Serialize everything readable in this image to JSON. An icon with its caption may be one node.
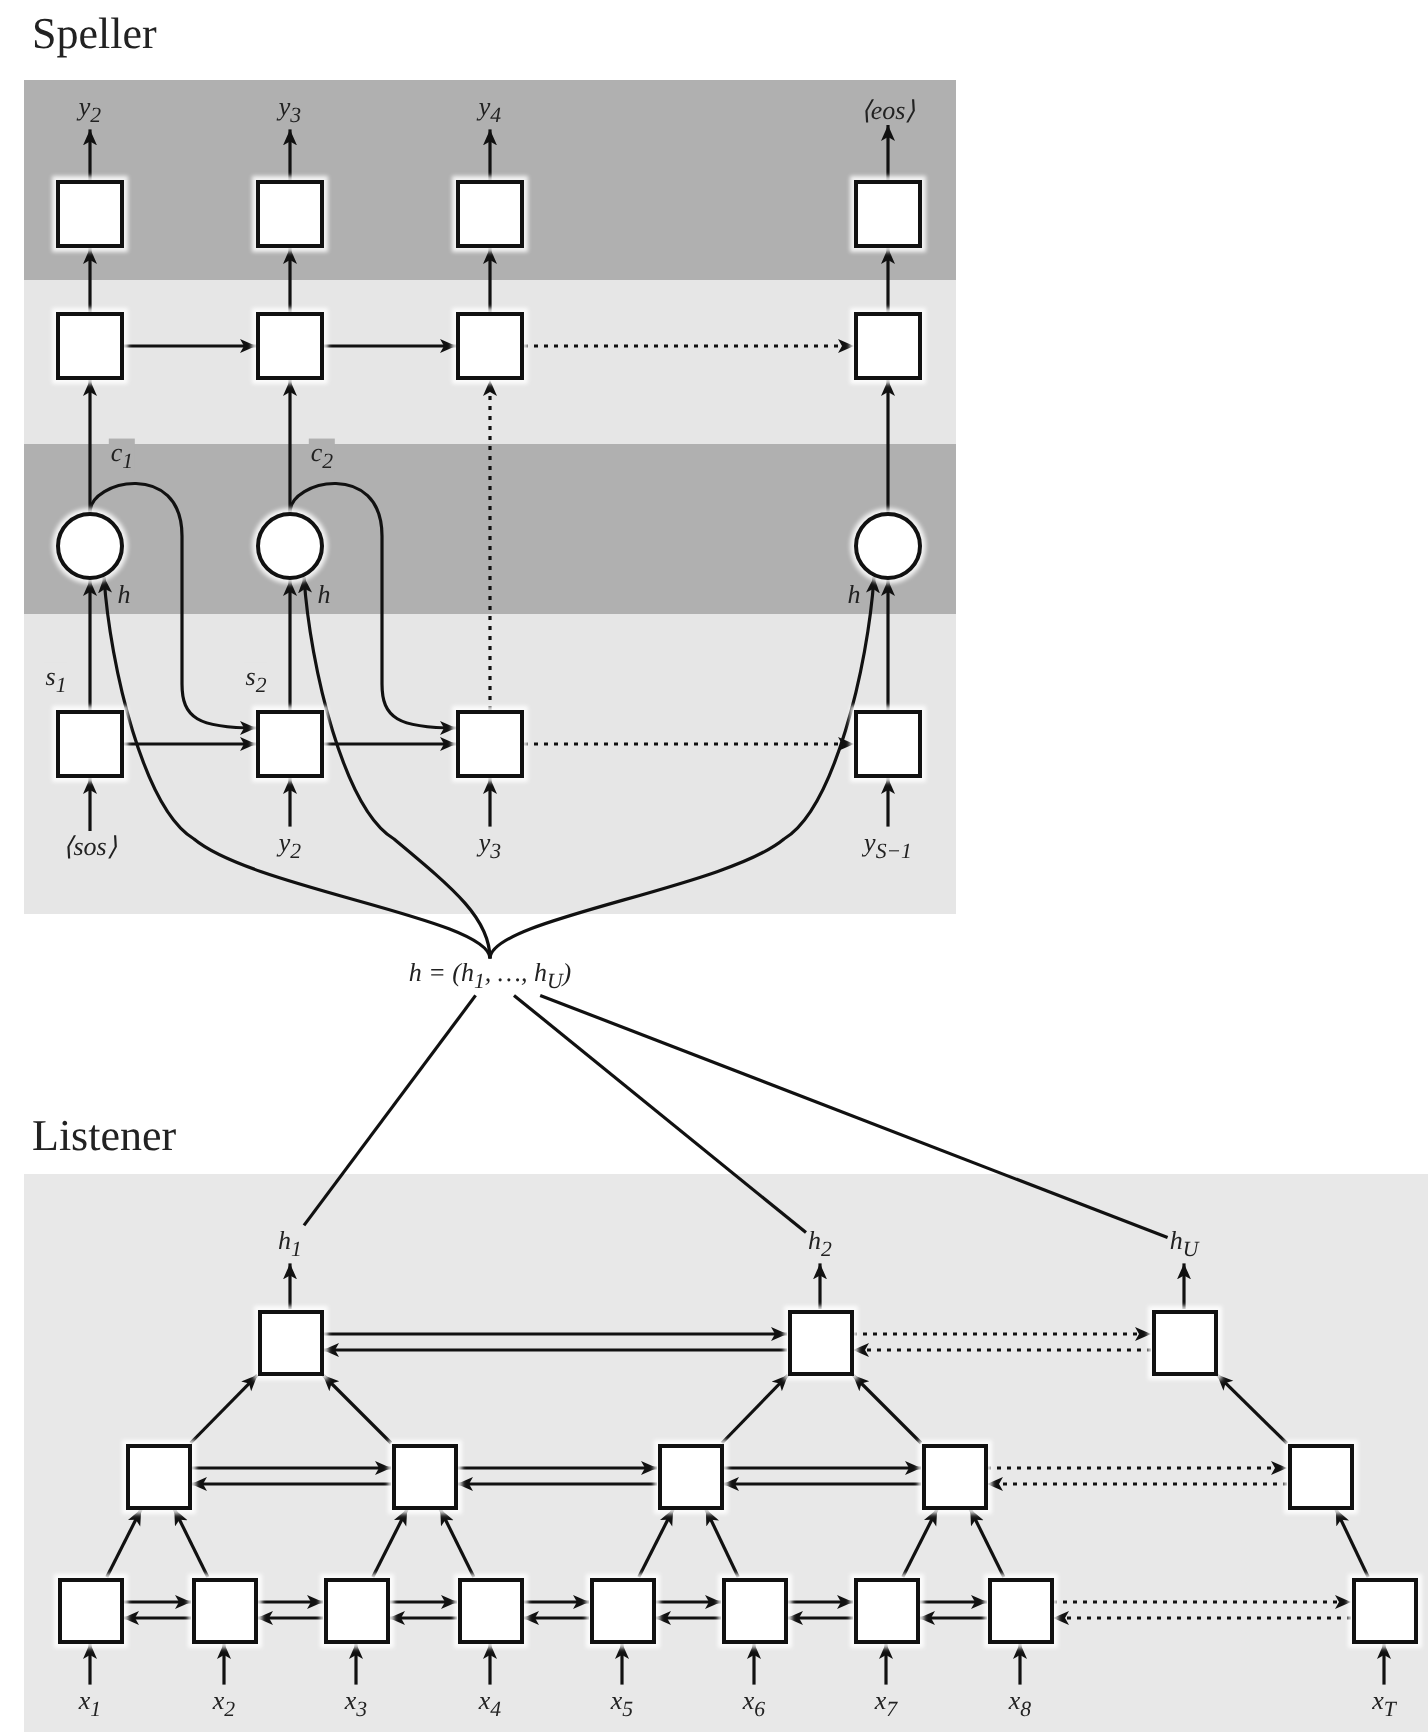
{
  "diagram": {
    "nodes": [
      {
        "text": [
          "Speller"
        ]
      },
      {
        "text": [
          "y$_{2}$"
        ],
        "in": 0
      },
      {
        "text": [
          "y$_{3}$"
        ],
        "in": 0
      },
      {
        "text": [
          "y$_{4}$"
        ],
        "in": 0
      },
      {
        "text": [
          "⟨eos⟩"
        ],
        "in": 0
      },
      {
        "text": [],
        "shape": "box",
        "in": 0
      },
      {
        "text": [],
        "shape": "box",
        "in": 0
      },
      {
        "text": [],
        "shape": "box",
        "in": 0
      },
      {
        "text": [],
        "shape": "box",
        "in": 0
      },
      {
        "text": [],
        "shape": "box",
        "in": 0
      },
      {
        "text": [],
        "shape": "box",
        "in": 0
      },
      {
        "text": [],
        "shape": "box",
        "in": 0
      },
      {
        "text": [],
        "shape": "box",
        "in": 0
      },
      {
        "text": [],
        "shape": "circle",
        "in": 0
      },
      {
        "text": [],
        "shape": "circle",
        "in": 0
      },
      {
        "text": [],
        "shape": "circle",
        "in": 0
      },
      {
        "text": [],
        "shape": "box",
        "in": 0
      },
      {
        "text": [],
        "shape": "box",
        "in": 0
      },
      {
        "text": [],
        "shape": "box",
        "in": 0
      },
      {
        "text": [],
        "shape": "box",
        "in": 0
      },
      {
        "text": [
          "⟨sos⟩"
        ],
        "in": 0
      },
      {
        "text": [
          "y$_{2}$"
        ],
        "in": 0
      },
      {
        "text": [
          "y$_{3}$"
        ],
        "in": 0
      },
      {
        "text": [
          "y$_{S−1}$"
        ],
        "in": 0
      },
      {
        "text": [
          "h = (h$_{1}$, …, h$_{U}$)"
        ]
      },
      {
        "text": [
          "Listener"
        ]
      },
      {
        "text": [
          "h$_{1}$"
        ],
        "in": 25
      },
      {
        "text": [
          "h$_{2}$"
        ],
        "in": 25
      },
      {
        "text": [
          "h$_{U}$"
        ],
        "in": 25
      },
      {
        "text": [],
        "shape": "box",
        "in": 25
      },
      {
        "text": [],
        "shape": "box",
        "in": 25
      },
      {
        "text": [],
        "shape": "box",
        "in": 25
      },
      {
        "text": [],
        "shape": "box",
        "in": 25
      },
      {
        "text": [],
        "shape": "box",
        "in": 25
      },
      {
        "text": [],
        "shape": "box",
        "in": 25
      },
      {
        "text": [],
        "shape": "box",
        "in": 25
      },
      {
        "text": [],
        "shape": "box",
        "in": 25
      },
      {
        "text": [],
        "shape": "box",
        "in": 25
      },
      {
        "text": [],
        "shape": "box",
        "in": 25
      },
      {
        "text": [],
        "shape": "box",
        "in": 25
      },
      {
        "text": [],
        "shape": "box",
        "in": 25
      },
      {
        "text": [],
        "shape": "box",
        "in": 25
      },
      {
        "text": [],
        "shape": "box",
        "in": 25
      },
      {
        "text": [],
        "shape": "box",
        "in": 25
      },
      {
        "text": [],
        "shape": "box",
        "in": 25
      },
      {
        "text": [],
        "shape": "box",
        "in": 25
      },
      {
        "text": [
          "x$_{1}$"
        ],
        "in": 25
      },
      {
        "text": [
          "x$_{2}$"
        ],
        "in": 25
      },
      {
        "text": [
          "x$_{3}$"
        ],
        "in": 25
      },
      {
        "text": [
          "x$_{4}$"
        ],
        "in": 25
      },
      {
        "text": [
          "x$_{5}$"
        ],
        "in": 25
      },
      {
        "text": [
          "x$_{6}$"
        ],
        "in": 25
      },
      {
        "text": [
          "x$_{7}$"
        ],
        "in": 25
      },
      {
        "text": [
          "x$_{8}$"
        ],
        "in": 25
      },
      {
        "text": [
          "x$_{T}$"
        ],
        "in": 25
      }
    ],
    "edges": [
      {
        "from": 5,
        "to": 1,
        "arrow": "to"
      },
      {
        "from": 6,
        "to": 2,
        "arrow": "to"
      },
      {
        "from": 7,
        "to": 3,
        "arrow": "to"
      },
      {
        "from": 8,
        "to": 4,
        "arrow": "to"
      },
      {
        "from": 9,
        "to": 5,
        "arrow": "to"
      },
      {
        "from": 10,
        "to": 6,
        "arrow": "to"
      },
      {
        "from": 11,
        "to": 7,
        "arrow": "to"
      },
      {
        "from": 12,
        "to": 8,
        "arrow": "to"
      },
      {
        "from": 9,
        "to": 10,
        "arrow": "to"
      },
      {
        "from": 10,
        "to": 11,
        "arrow": "to"
      },
      {
        "from": 11,
        "to": 12,
        "arrow": "to",
        "style": "dashed"
      },
      {
        "from": 13,
        "to": 9,
        "arrow": "to"
      },
      {
        "from": 14,
        "to": 10,
        "arrow": "to"
      },
      {
        "from": 15,
        "to": 12,
        "arrow": "to"
      },
      {
        "from": 18,
        "to": 11,
        "arrow": "to",
        "style": "dashed"
      },
      {
        "from": 13,
        "to": 17,
        "arrow": "to",
        "label": "c$_{1}$"
      },
      {
        "from": 14,
        "to": 18,
        "arrow": "to",
        "label": "c$_{2}$"
      },
      {
        "from": 16,
        "to": 13,
        "arrow": "to",
        "label": "s$_{1}$"
      },
      {
        "from": 17,
        "to": 14,
        "arrow": "to",
        "label": "s$_{2}$"
      },
      {
        "from": 19,
        "to": 15,
        "arrow": "to"
      },
      {
        "from": 16,
        "to": 17,
        "arrow": "to"
      },
      {
        "from": 17,
        "to": 18,
        "arrow": "to"
      },
      {
        "from": 18,
        "to": 19,
        "arrow": "to",
        "style": "dashed"
      },
      {
        "from": 20,
        "to": 16,
        "arrow": "to"
      },
      {
        "from": 21,
        "to": 17,
        "arrow": "to"
      },
      {
        "from": 22,
        "to": 18,
        "arrow": "to"
      },
      {
        "from": 23,
        "to": 19,
        "arrow": "to"
      },
      {
        "from": 24,
        "to": 13,
        "arrow": "to",
        "label": "h"
      },
      {
        "from": 24,
        "to": 14,
        "arrow": "to",
        "label": "h"
      },
      {
        "from": 24,
        "to": 15,
        "arrow": "to",
        "label": "h"
      },
      {
        "from": 24,
        "to": 26,
        "arrow": "none"
      },
      {
        "from": 24,
        "to": 27,
        "arrow": "none"
      },
      {
        "from": 24,
        "to": 28,
        "arrow": "none"
      },
      {
        "from": 29,
        "to": 26,
        "arrow": "to"
      },
      {
        "from": 30,
        "to": 27,
        "arrow": "to"
      },
      {
        "from": 31,
        "to": 28,
        "arrow": "to"
      },
      {
        "from": 29,
        "to": 30,
        "arrow": "to"
      },
      {
        "from": 30,
        "to": 29,
        "arrow": "to"
      },
      {
        "from": 30,
        "to": 31,
        "arrow": "to",
        "style": "dashed"
      },
      {
        "from": 31,
        "to": 30,
        "arrow": "to",
        "style": "dashed"
      },
      {
        "from": 32,
        "to": 29,
        "arrow": "to"
      },
      {
        "from": 33,
        "to": 29,
        "arrow": "to"
      },
      {
        "from": 34,
        "to": 30,
        "arrow": "to"
      },
      {
        "from": 35,
        "to": 30,
        "arrow": "to"
      },
      {
        "from": 36,
        "to": 31,
        "arrow": "to"
      },
      {
        "from": 32,
        "to": 33,
        "arrow": "to"
      },
      {
        "from": 33,
        "to": 32,
        "arrow": "to"
      },
      {
        "from": 33,
        "to": 34,
        "arrow": "to"
      },
      {
        "from": 34,
        "to": 33,
        "arrow": "to"
      },
      {
        "from": 34,
        "to": 35,
        "arrow": "to"
      },
      {
        "from": 35,
        "to": 34,
        "arrow": "to"
      },
      {
        "from": 35,
        "to": 36,
        "arrow": "to",
        "style": "dashed"
      },
      {
        "from": 36,
        "to": 35,
        "arrow": "to",
        "style": "dashed"
      },
      {
        "from": 37,
        "to": 32,
        "arrow": "to"
      },
      {
        "from": 38,
        "to": 32,
        "arrow": "to"
      },
      {
        "from": 39,
        "to": 33,
        "arrow": "to"
      },
      {
        "from": 40,
        "to": 33,
        "arrow": "to"
      },
      {
        "from": 41,
        "to": 34,
        "arrow": "to"
      },
      {
        "from": 42,
        "to": 34,
        "arrow": "to"
      },
      {
        "from": 43,
        "to": 35,
        "arrow": "to"
      },
      {
        "from": 44,
        "to": 35,
        "arrow": "to"
      },
      {
        "from": 45,
        "to": 36,
        "arrow": "to"
      },
      {
        "from": 37,
        "to": 38,
        "arrow": "to"
      },
      {
        "from": 38,
        "to": 37,
        "arrow": "to"
      },
      {
        "from": 38,
        "to": 39,
        "arrow": "to"
      },
      {
        "from": 39,
        "to": 38,
        "arrow": "to"
      },
      {
        "from": 39,
        "to": 40,
        "arrow": "to"
      },
      {
        "from": 40,
        "to": 39,
        "arrow": "to"
      },
      {
        "from": 40,
        "to": 41,
        "arrow": "to"
      },
      {
        "from": 41,
        "to": 40,
        "arrow": "to"
      },
      {
        "from": 41,
        "to": 42,
        "arrow": "to"
      },
      {
        "from": 42,
        "to": 41,
        "arrow": "to"
      },
      {
        "from": 42,
        "to": 43,
        "arrow": "to"
      },
      {
        "from": 43,
        "to": 42,
        "arrow": "to"
      },
      {
        "from": 43,
        "to": 44,
        "arrow": "to"
      },
      {
        "from": 44,
        "to": 43,
        "arrow": "to"
      },
      {
        "from": 44,
        "to": 45,
        "arrow": "to",
        "style": "dashed"
      },
      {
        "from": 45,
        "to": 44,
        "arrow": "to",
        "style": "dashed"
      },
      {
        "from": 46,
        "to": 37,
        "arrow": "to"
      },
      {
        "from": 47,
        "to": 38,
        "arrow": "to"
      },
      {
        "from": 48,
        "to": 39,
        "arrow": "to"
      },
      {
        "from": 49,
        "to": 40,
        "arrow": "to"
      },
      {
        "from": 50,
        "to": 41,
        "arrow": "to"
      },
      {
        "from": 51,
        "to": 42,
        "arrow": "to"
      },
      {
        "from": 52,
        "to": 43,
        "arrow": "to"
      },
      {
        "from": 53,
        "to": 44,
        "arrow": "to"
      },
      {
        "from": 54,
        "to": 45,
        "arrow": "to"
      }
    ]
  }
}
